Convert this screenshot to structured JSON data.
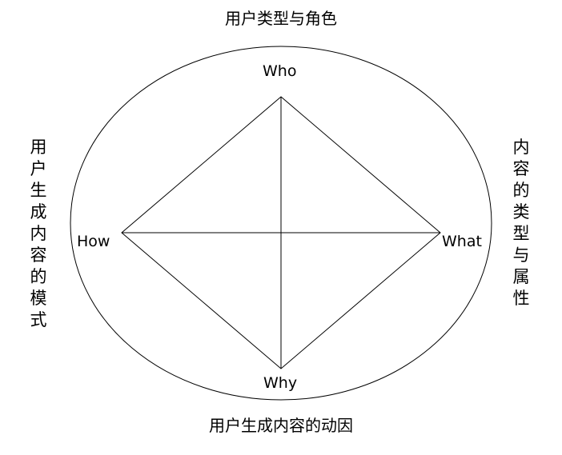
{
  "diagram": {
    "top_caption": "用户类型与角色",
    "bottom_caption": "用户生成内容的动因",
    "left_caption": "用户生成内容的模式",
    "right_caption": "内容的类型与属性",
    "nodes": {
      "top": "Who",
      "bottom": "Why",
      "left": "How",
      "right": "What"
    },
    "line_color": "#000000",
    "background": "#ffffff"
  }
}
